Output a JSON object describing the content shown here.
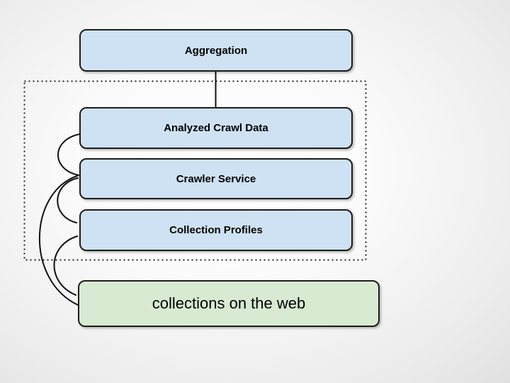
{
  "nodes": {
    "aggregation": {
      "label": "Aggregation"
    },
    "analyzed_crawl_data": {
      "label": "Analyzed Crawl Data"
    },
    "crawler_service": {
      "label": "Crawler Service"
    },
    "collection_profiles": {
      "label": "Collection Profiles"
    },
    "collections_on_the_web": {
      "label": "collections on the web"
    }
  },
  "colors": {
    "node_blue": "#cfe2f3",
    "node_green": "#d9ead3",
    "node_border": "#1d1d1d",
    "connector": "#111111",
    "dotted_border": "#222222"
  },
  "edges": [
    {
      "from": "aggregation",
      "to": "analyzed_crawl_data",
      "style": "straight-vertical-line"
    },
    {
      "from": "analyzed_crawl_data",
      "to": "crawler_service",
      "style": "left-side-arc"
    },
    {
      "from": "crawler_service",
      "to": "collection_profiles",
      "style": "left-side-arc"
    },
    {
      "from": "collection_profiles",
      "to": "collections_on_the_web",
      "style": "left-side-arc"
    },
    {
      "from": "crawler_service",
      "to": "collections_on_the_web",
      "style": "large-left-side-arc"
    }
  ],
  "groups": [
    {
      "name": "dotted-boundary",
      "contains": [
        "analyzed_crawl_data",
        "crawler_service",
        "collection_profiles"
      ]
    }
  ]
}
